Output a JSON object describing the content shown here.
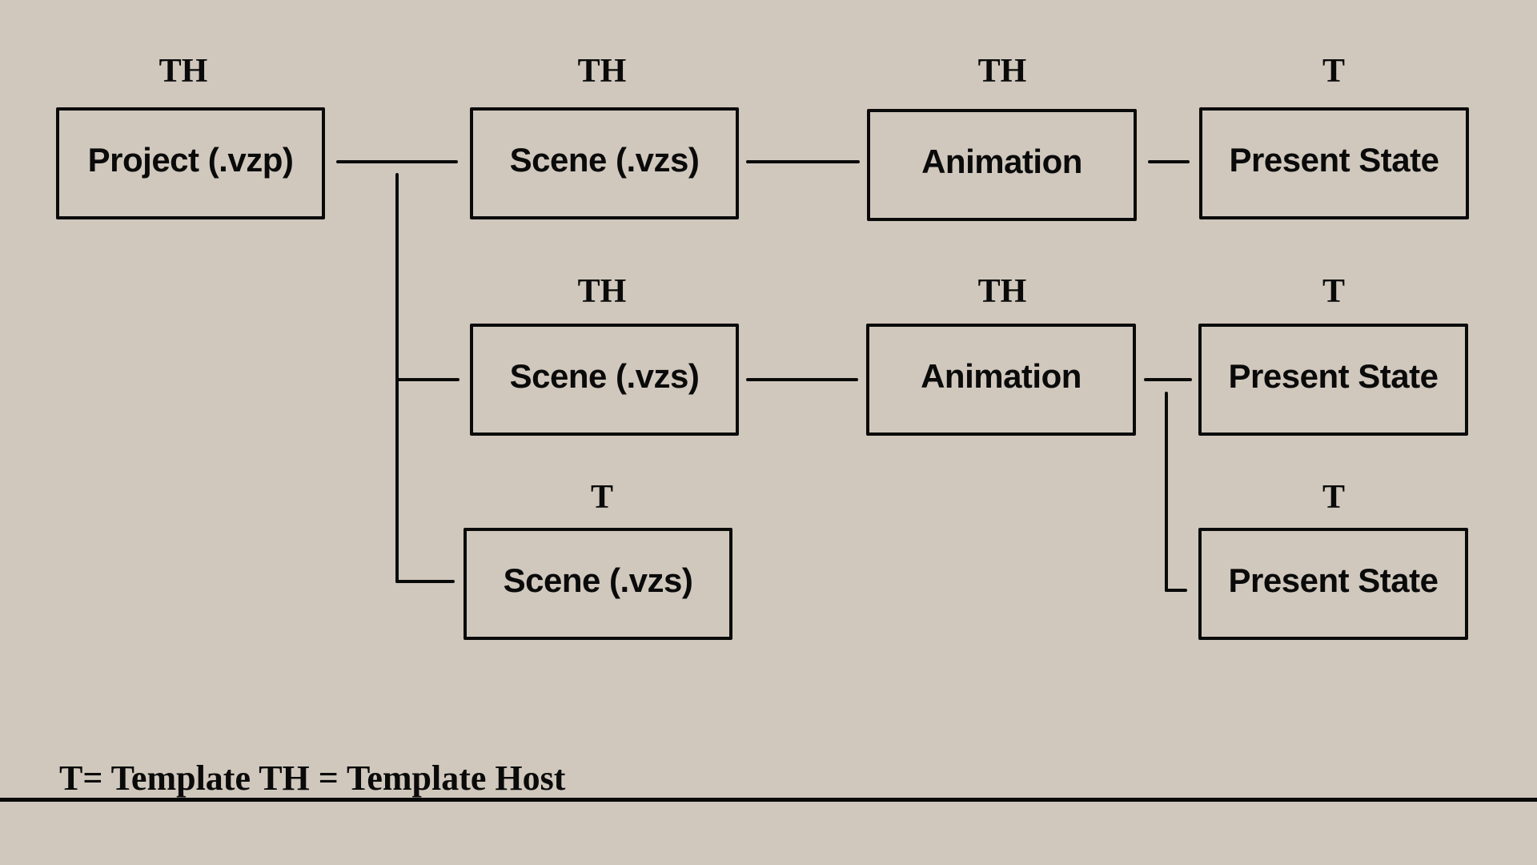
{
  "nodes": {
    "project": {
      "label": "Project (.vzp)",
      "tag": "TH"
    },
    "scene1": {
      "label": "Scene (.vzs)",
      "tag": "TH"
    },
    "animation1": {
      "label": "Animation",
      "tag": "TH"
    },
    "present_state1": {
      "label": "Present State",
      "tag": "T"
    },
    "scene2": {
      "label": "Scene (.vzs)",
      "tag": "TH"
    },
    "animation2": {
      "label": "Animation",
      "tag": "TH"
    },
    "present_state2": {
      "label": "Present State",
      "tag": "T"
    },
    "scene3": {
      "label": "Scene (.vzs)",
      "tag": "T"
    },
    "present_state3": {
      "label": "Present State",
      "tag": "T"
    }
  },
  "edges": [
    [
      "project",
      "scene1"
    ],
    [
      "project",
      "scene2"
    ],
    [
      "project",
      "scene3"
    ],
    [
      "scene1",
      "animation1"
    ],
    [
      "animation1",
      "present_state1"
    ],
    [
      "scene2",
      "animation2"
    ],
    [
      "animation2",
      "present_state2"
    ],
    [
      "animation2",
      "present_state3"
    ]
  ],
  "legend": "T= Template TH = Template Host"
}
